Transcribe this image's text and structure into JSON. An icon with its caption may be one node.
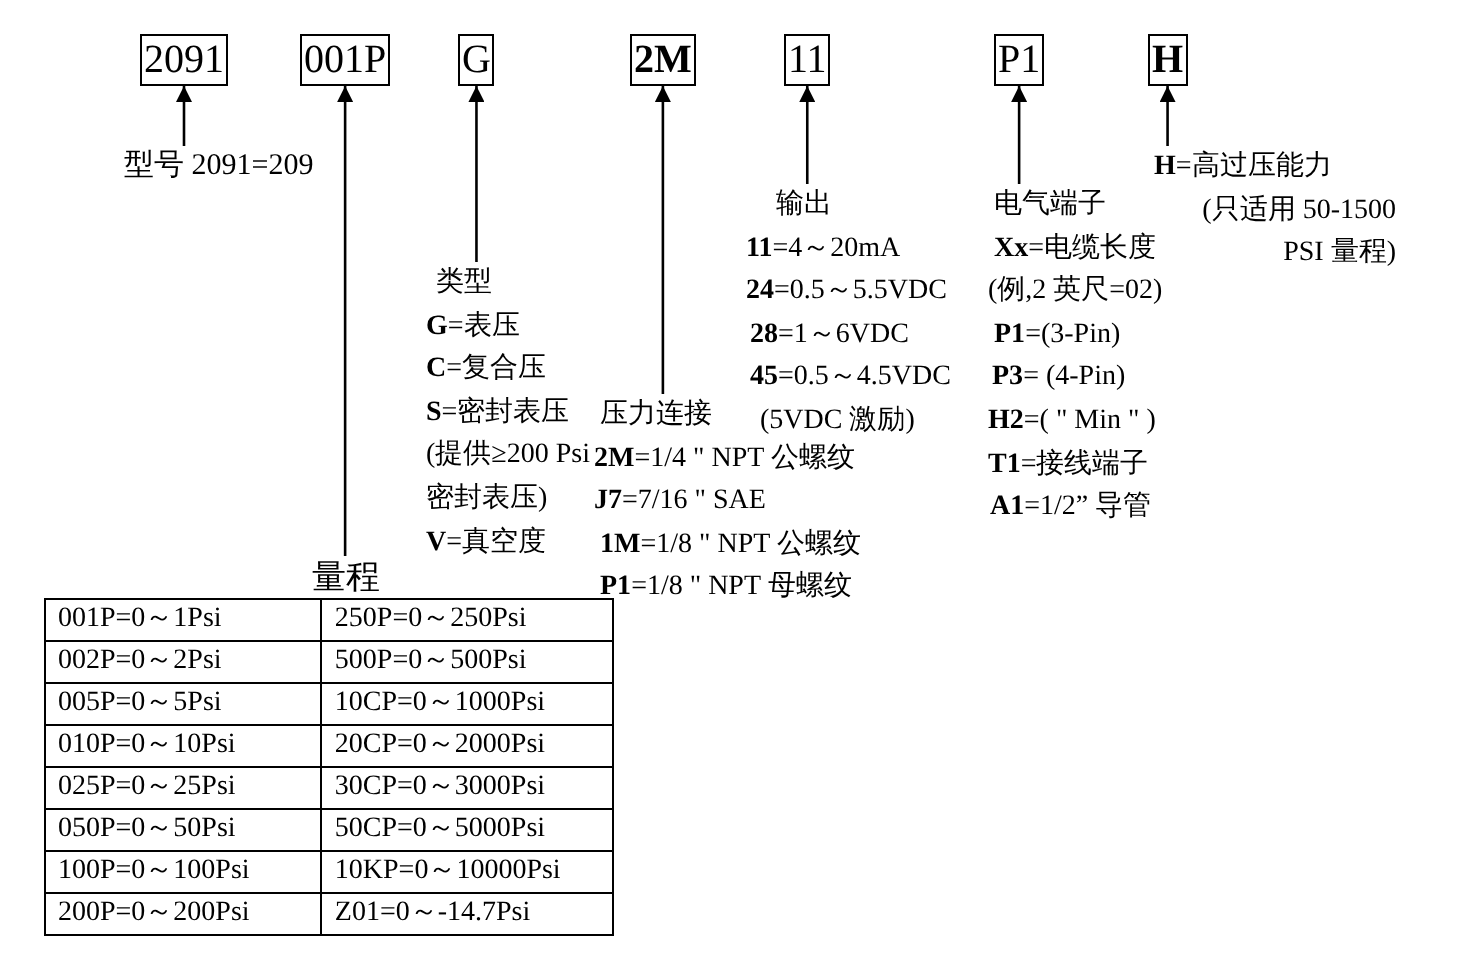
{
  "diagram": {
    "nodes": [
      {
        "text": [
          "2091"
        ]
      },
      {
        "text": [
          "001P"
        ]
      },
      {
        "text": [
          "G"
        ]
      },
      {
        "text": [
          "2M"
        ]
      },
      {
        "text": [
          "11"
        ]
      },
      {
        "text": [
          "P1"
        ]
      },
      {
        "text": [
          "H"
        ]
      },
      {
        "text": [
          "型号 2091=209"
        ]
      },
      {
        "text": [
          "**H**=高过压能力",
          "(只适用 50-1500 PSI 量程)"
        ]
      },
      {
        "text": [
          "输出",
          "**11**=4～20mA",
          "**24**=0.5～5.5VDC",
          "**28**=1～6VDC",
          "**45**=0.5～4.5VDC",
          "(5VDC 激励)"
        ]
      },
      {
        "text": [
          "电气端子",
          "**Xx**=电缆长度",
          "(例,2 英尺=02)",
          "**P1**=(3-Pin)",
          "**P3**= (4-Pin)",
          "**H2**=( \" Min \" )",
          "**T1**=接线端子",
          "**A1**=1/2” 导管"
        ]
      },
      {
        "text": [
          "类型",
          "**G**=表压",
          "**C**=复合压",
          "**S**=密封表压 (提供≥200 Psi 密封表压)",
          "**V**=真空度"
        ]
      },
      {
        "text": [
          "压力连接",
          "**2M**=1/4 \" NPT 公螺纹",
          "**J7**=7/16 \" SAE",
          "**1M**=1/8 \" NPT 公螺纹",
          "**P1**=1/8 \" NPT 母螺纹"
        ]
      },
      {
        "text": [
          "量程",
          "001P=0～1Psi",
          "250P=0～250Psi",
          "002P=0～2Psi",
          "500P=0～500Psi",
          "005P=0～5Psi",
          "10CP=0～1000Psi",
          "010P=0～10Psi",
          "20CP=0～2000Psi",
          "025P=0～25Psi",
          "30CP=0～3000Psi",
          "050P=0～50Psi",
          "50CP=0～5000Psi",
          "100P=0～100Psi",
          "10KP=0～10000Psi",
          "200P=0～200Psi",
          "Z01=0～-14.7Psi"
        ]
      }
    ],
    "edges": [
      {
        "from": 7,
        "to": 0,
        "arrow": "to"
      },
      {
        "from": 13,
        "to": 1,
        "arrow": "to"
      },
      {
        "from": 11,
        "to": 2,
        "arrow": "to"
      },
      {
        "from": 12,
        "to": 3,
        "arrow": "to"
      },
      {
        "from": 9,
        "to": 4,
        "arrow": "to"
      },
      {
        "from": 10,
        "to": 5,
        "arrow": "to"
      },
      {
        "from": 8,
        "to": 6,
        "arrow": "to"
      }
    ]
  }
}
